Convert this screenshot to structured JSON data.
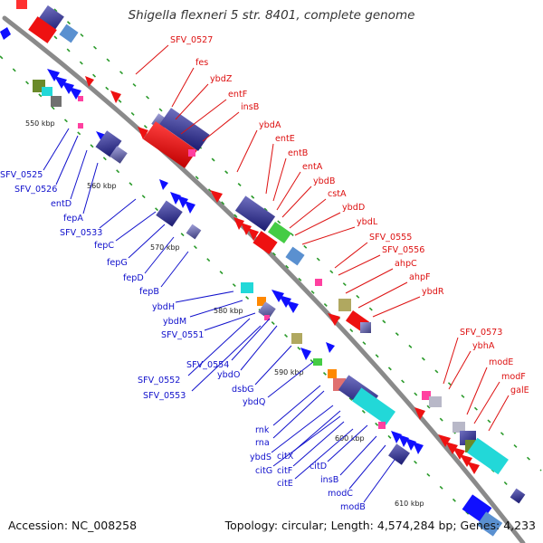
{
  "title": "Shigella flexneri 5 str. 8401, complete genome",
  "accession": "Accession: NC_008258",
  "topology": "Topology: circular; Length: 4,574,284 bp; Genes: 4,233",
  "colors": {
    "backbone": "#888888",
    "reverse_label": "#1111cc",
    "forward_label": "#dd1111",
    "tick_green": "#1a8a1a"
  },
  "scale_ticks": [
    "550 kbp",
    "560 kbp",
    "570 kbp",
    "580 kbp",
    "590 kbp",
    "600 kbp",
    "610 kbp"
  ],
  "left_labels": [
    "SFV_0525",
    "SFV_0526",
    "entD",
    "fepA",
    "SFV_0533",
    "fepC",
    "fepG",
    "fepD",
    "fepB",
    "ybdH",
    "ybdM",
    "SFV_0551",
    "SFV_0554",
    "ybdO",
    "SFV_0552",
    "SFV_0553",
    "dsbG",
    "ybdQ",
    "rnk",
    "rna",
    "ybdS",
    "citX",
    "citG",
    "citF",
    "citE",
    "citD",
    "insB",
    "modC",
    "modB"
  ],
  "right_labels": [
    "SFV_0527",
    "fes",
    "ybdZ",
    "entF",
    "insB",
    "ybdA",
    "entE",
    "entB",
    "entA",
    "ybdB",
    "cstA",
    "ybdD",
    "ybdL",
    "SFV_0555",
    "SFV_0556",
    "ahpC",
    "ahpF",
    "ybdR",
    "SFV_0573",
    "ybhA",
    "modE",
    "modF",
    "galE"
  ]
}
